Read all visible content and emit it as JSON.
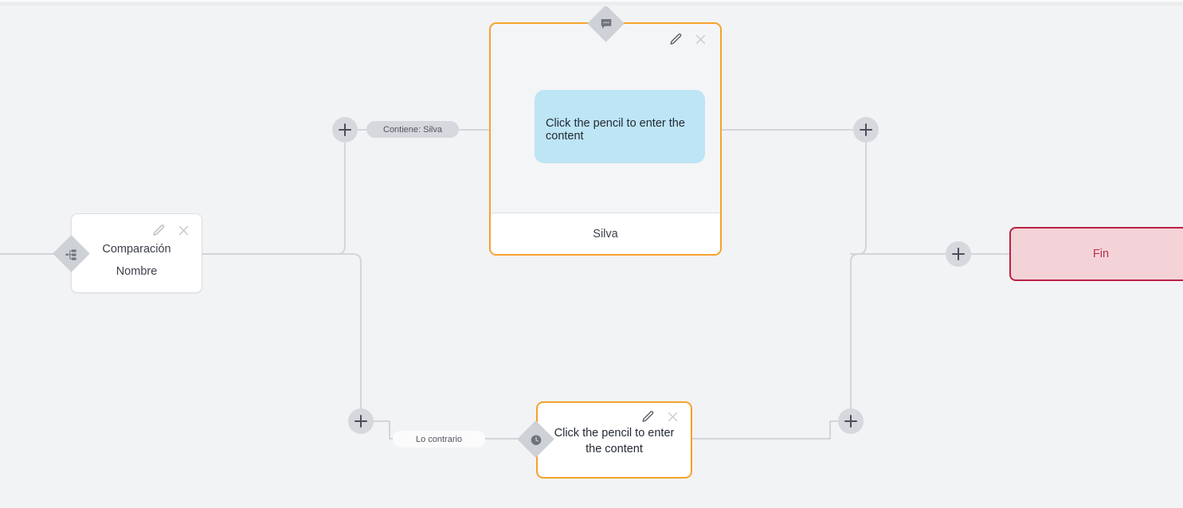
{
  "canvas": {
    "background_color": "#f2f3f5",
    "edge_color": "#d3d5da"
  },
  "nodes": {
    "comparacion": {
      "title": "Comparación",
      "subtitle": "Nombre",
      "badge_icon": "sitemap-icon",
      "edit_label": "pencil-icon",
      "close_label": "close-icon",
      "border_color": "#dcdee3",
      "background_color": "#ffffff"
    },
    "chat": {
      "bubble_text": "Click the pencil to enter the content",
      "footer_text": "Silva",
      "badge_icon": "chat-bubble-icon",
      "edit_label": "pencil-icon",
      "close_label": "close-icon",
      "border_color": "#f5a22b",
      "bubble_color": "#bde5f5",
      "background_color": "#f4f5f7"
    },
    "wait": {
      "text": "Click the pencil to enter the content",
      "badge_icon": "clock-icon",
      "edit_label": "pencil-icon",
      "close_label": "close-icon",
      "border_color": "#f5a22b",
      "background_color": "#ffffff"
    },
    "fin": {
      "label": "Fin",
      "border_color": "#b92245",
      "background_color": "#f4d3d8",
      "text_color": "#b9304f"
    }
  },
  "edge_labels": {
    "condition_true": "Contiene: Silva",
    "condition_false": "Lo contrario"
  },
  "add_buttons": {
    "branch_true": "+",
    "branch_false": "+",
    "merge_true": "+",
    "merge_false": "+",
    "before_end": "+"
  }
}
